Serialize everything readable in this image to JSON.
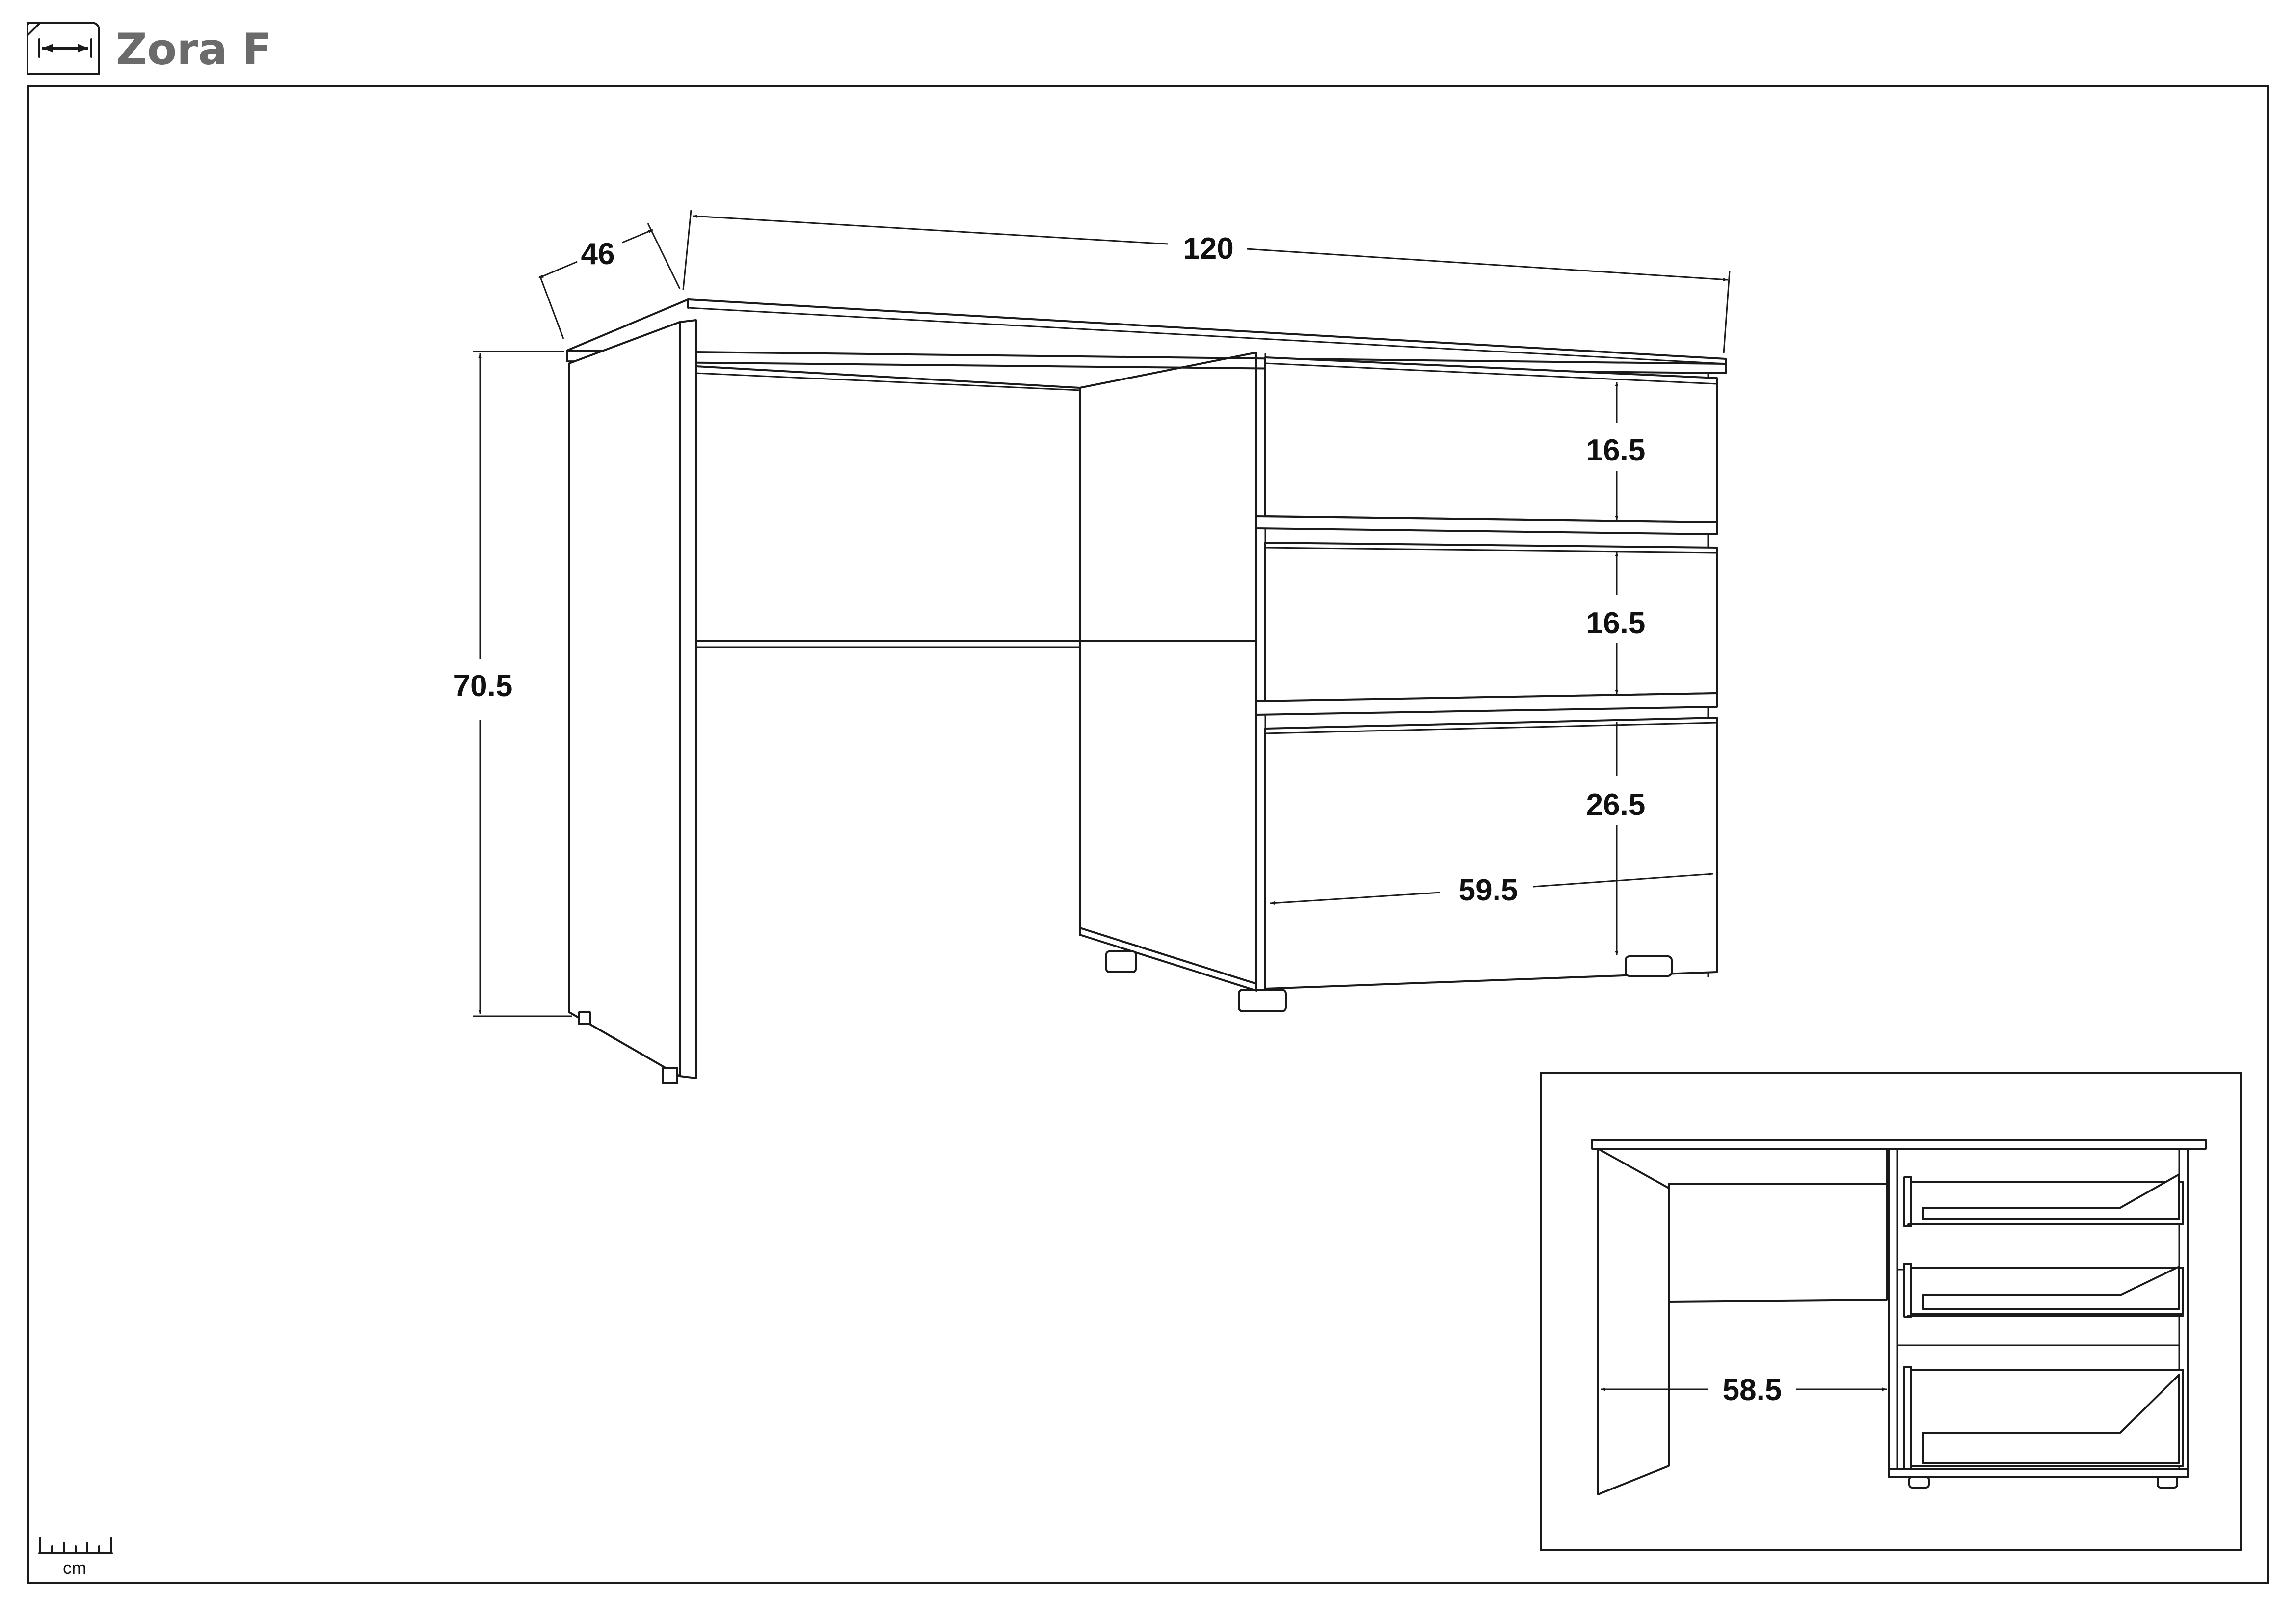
{
  "header": {
    "icon": "dimension-arrow-icon",
    "title": "Zora F",
    "title_color": "#6b6b6b"
  },
  "main_view": {
    "dimensions": {
      "depth": "46",
      "width": "120",
      "height": "70.5",
      "drawer_top": "16.5",
      "drawer_middle": "16.5",
      "drawer_bottom": "26.5",
      "drawer_width": "59.5"
    }
  },
  "inset_view": {
    "dimensions": {
      "knee_space_width": "58.5"
    }
  },
  "scale_legend": {
    "icon": "ruler-icon",
    "unit": "cm"
  },
  "colors": {
    "line": "#1a1a1a",
    "background": "#ffffff"
  }
}
